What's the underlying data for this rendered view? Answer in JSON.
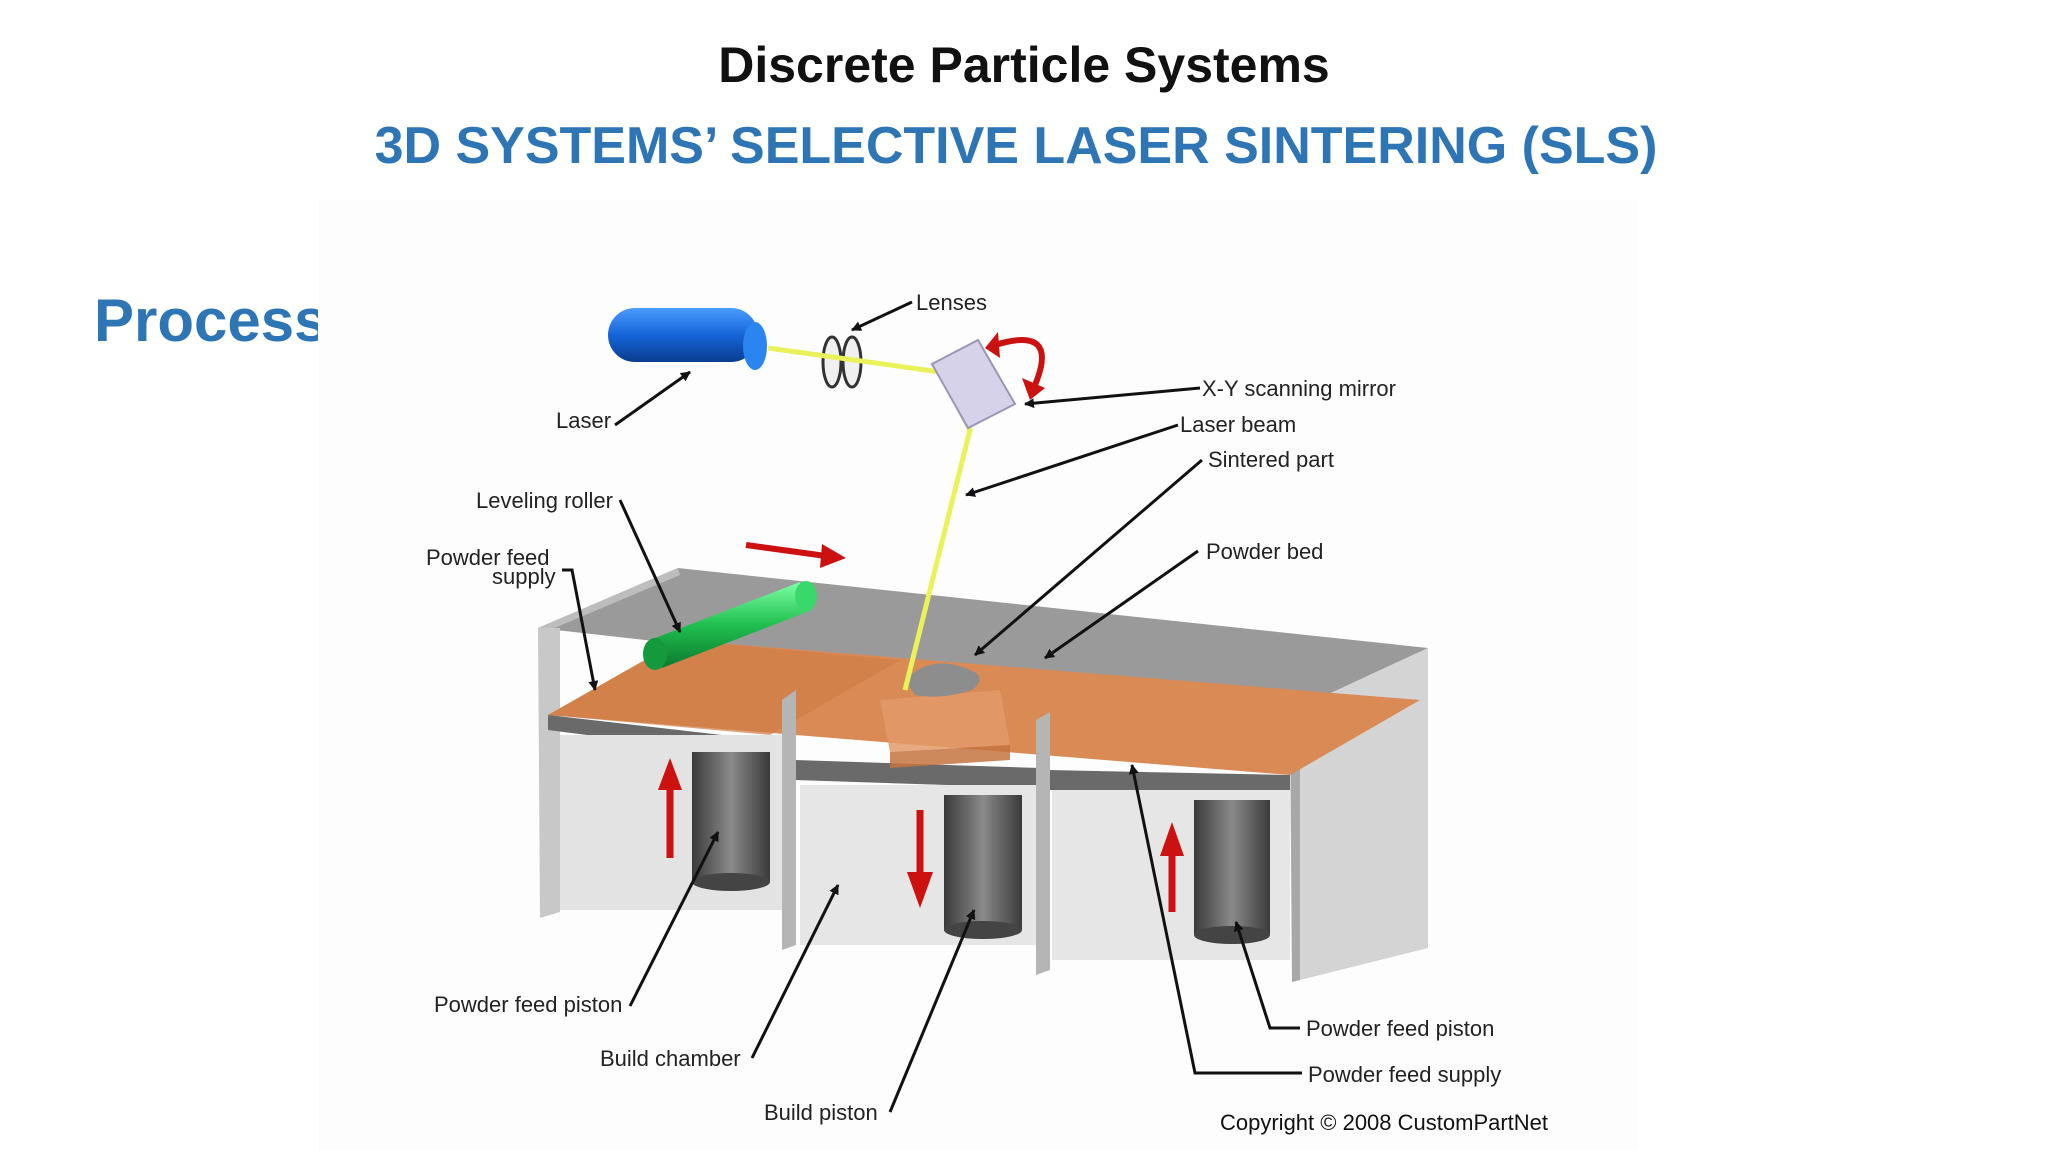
{
  "slide": {
    "title": "Discrete Particle Systems",
    "subtitle": "3D SYSTEMS’ SELECTIVE LASER SINTERING (SLS)",
    "section": "Process"
  },
  "diagram": {
    "labels": {
      "lenses": "Lenses",
      "laser": "Laser",
      "xy_mirror": "X-Y scanning mirror",
      "laser_beam": "Laser beam",
      "sintered_part": "Sintered part",
      "leveling_roller": "Leveling roller",
      "powder_feed_supply_left_line1": "Powder feed",
      "powder_feed_supply_left_line2": "supply",
      "powder_bed": "Powder bed",
      "powder_feed_piston_left": "Powder feed piston",
      "build_chamber": "Build chamber",
      "build_piston": "Build piston",
      "powder_feed_piston_right": "Powder feed piston",
      "powder_feed_supply_right": "Powder feed supply"
    },
    "copyright": "Copyright © 2008 CustomPartNet",
    "colors": {
      "accent_blue": "#2e75b6",
      "laser_body": "#1565d8",
      "roller": "#1fbf4f",
      "powder": "#d9884f",
      "beam": "#eaf25a",
      "arrow_red": "#cc1111",
      "mirror": "#d6d2ea"
    }
  }
}
